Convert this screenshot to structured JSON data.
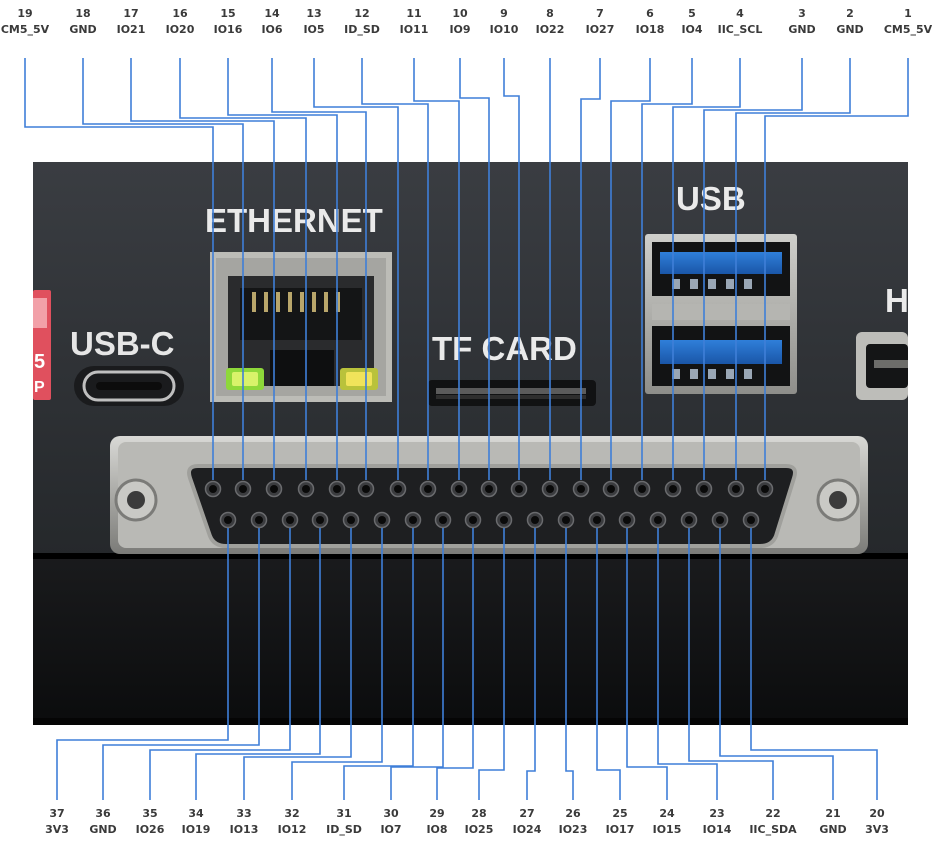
{
  "panel_labels": {
    "usb_c": "USB-C",
    "ethernet": "ETHERNET",
    "tf_card": "TF CARD",
    "usb": "USB",
    "hdmi_partial": "H",
    "switch_partial": "5\nP"
  },
  "top_pins": [
    {
      "num": "19",
      "name": "CM5_5V"
    },
    {
      "num": "18",
      "name": "GND"
    },
    {
      "num": "17",
      "name": "IO21"
    },
    {
      "num": "16",
      "name": "IO20"
    },
    {
      "num": "15",
      "name": "IO16"
    },
    {
      "num": "14",
      "name": "IO6"
    },
    {
      "num": "13",
      "name": "IO5"
    },
    {
      "num": "12",
      "name": "ID_SD"
    },
    {
      "num": "11",
      "name": "IO11"
    },
    {
      "num": "10",
      "name": "IO9"
    },
    {
      "num": "9",
      "name": "IO10"
    },
    {
      "num": "8",
      "name": "IO22"
    },
    {
      "num": "7",
      "name": "IO27"
    },
    {
      "num": "6",
      "name": "IO18"
    },
    {
      "num": "5",
      "name": "IO4"
    },
    {
      "num": "4",
      "name": "IIC_SCL"
    },
    {
      "num": "3",
      "name": "GND"
    },
    {
      "num": "2",
      "name": "GND"
    },
    {
      "num": "1",
      "name": "CM5_5V"
    }
  ],
  "bottom_pins": [
    {
      "num": "37",
      "name": "3V3"
    },
    {
      "num": "36",
      "name": "GND"
    },
    {
      "num": "35",
      "name": "IO26"
    },
    {
      "num": "34",
      "name": "IO19"
    },
    {
      "num": "33",
      "name": "IO13"
    },
    {
      "num": "32",
      "name": "IO12"
    },
    {
      "num": "31",
      "name": "ID_SD"
    },
    {
      "num": "30",
      "name": "IO7"
    },
    {
      "num": "29",
      "name": "IO8"
    },
    {
      "num": "28",
      "name": "IO25"
    },
    {
      "num": "27",
      "name": "IO24"
    },
    {
      "num": "26",
      "name": "IO23"
    },
    {
      "num": "25",
      "name": "IO17"
    },
    {
      "num": "24",
      "name": "IO15"
    },
    {
      "num": "23",
      "name": "IO14"
    },
    {
      "num": "22",
      "name": "IIC_SDA"
    },
    {
      "num": "21",
      "name": "GND"
    },
    {
      "num": "20",
      "name": "3V3"
    }
  ],
  "colors": {
    "leader_line": "#3f7fd8",
    "label_text": "#3a3a3a",
    "panel": "#2c2f33",
    "bezel": "#141516",
    "connector_shell": "#8a8a8a"
  }
}
